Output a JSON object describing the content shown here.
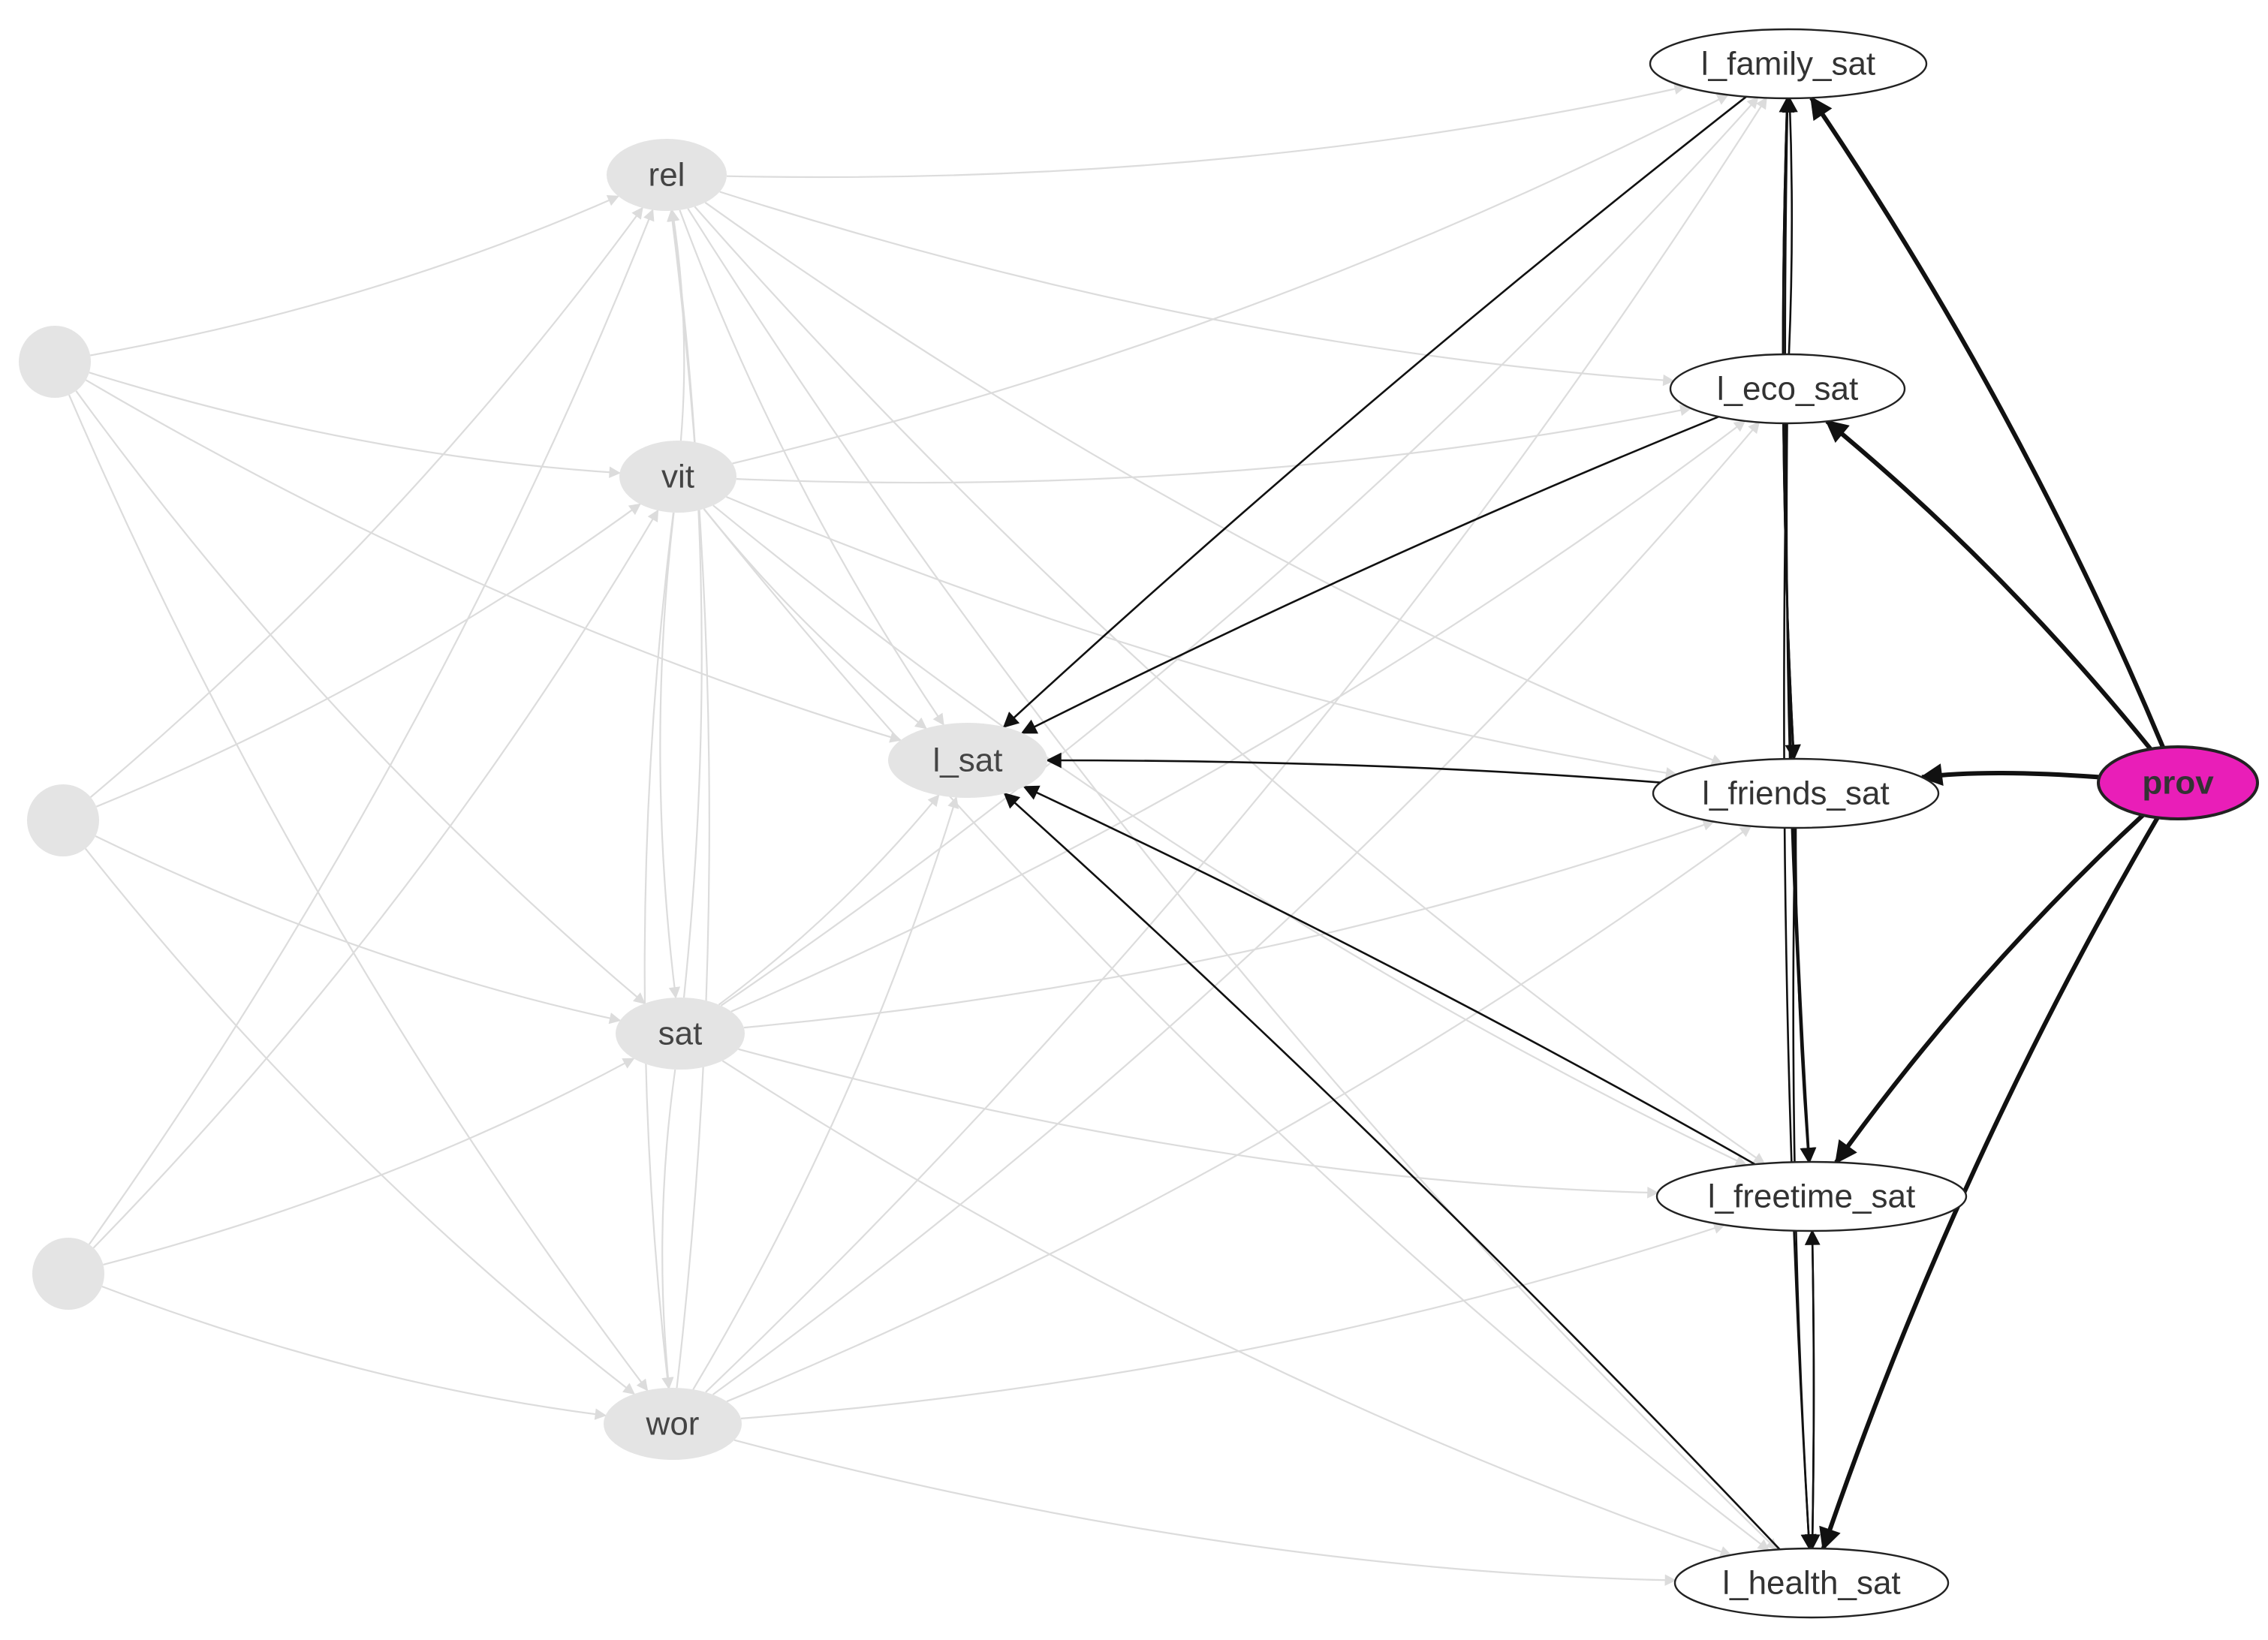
{
  "diagram": {
    "type": "network",
    "colors": {
      "focus": "#e91eb8",
      "focus_stroke": "#222222",
      "active_edge": "#111111",
      "muted_edge": "#dcdcdc",
      "muted_node": "#e4e4e4",
      "muted_text": "#444444",
      "active_text": "#333333",
      "outline_node_stroke": "#222222"
    },
    "nodes": [
      {
        "id": "ext1",
        "label": "",
        "style": "muted",
        "shape": "circle"
      },
      {
        "id": "ext2",
        "label": "",
        "style": "muted",
        "shape": "circle"
      },
      {
        "id": "ext3",
        "label": "",
        "style": "muted",
        "shape": "circle"
      },
      {
        "id": "rel",
        "label": "rel",
        "style": "muted"
      },
      {
        "id": "vit",
        "label": "vit",
        "style": "muted"
      },
      {
        "id": "sat",
        "label": "sat",
        "style": "muted"
      },
      {
        "id": "wor",
        "label": "wor",
        "style": "muted"
      },
      {
        "id": "l_sat",
        "label": "l_sat",
        "style": "muted"
      },
      {
        "id": "l_family_sat",
        "label": "l_family_sat",
        "style": "outline"
      },
      {
        "id": "l_eco_sat",
        "label": "l_eco_sat",
        "style": "outline"
      },
      {
        "id": "l_friends_sat",
        "label": "l_friends_sat",
        "style": "outline"
      },
      {
        "id": "l_freetime_sat",
        "label": "l_freetime_sat",
        "style": "outline"
      },
      {
        "id": "l_health_sat",
        "label": "l_health_sat",
        "style": "outline"
      },
      {
        "id": "prov",
        "label": "prov",
        "style": "focus"
      }
    ],
    "edges": [
      {
        "from": "prov",
        "to": "l_family_sat",
        "style": "thick"
      },
      {
        "from": "prov",
        "to": "l_eco_sat",
        "style": "thick"
      },
      {
        "from": "prov",
        "to": "l_friends_sat",
        "style": "thick"
      },
      {
        "from": "prov",
        "to": "l_freetime_sat",
        "style": "thick"
      },
      {
        "from": "prov",
        "to": "l_health_sat",
        "style": "thick"
      },
      {
        "from": "l_family_sat",
        "to": "l_sat",
        "style": "active"
      },
      {
        "from": "l_eco_sat",
        "to": "l_sat",
        "style": "active"
      },
      {
        "from": "l_friends_sat",
        "to": "l_sat",
        "style": "active"
      },
      {
        "from": "l_freetime_sat",
        "to": "l_sat",
        "style": "active"
      },
      {
        "from": "l_health_sat",
        "to": "l_sat",
        "style": "active"
      },
      {
        "from": "l_eco_sat",
        "to": "l_family_sat",
        "style": "active"
      },
      {
        "from": "l_friends_sat",
        "to": "l_family_sat",
        "style": "active"
      },
      {
        "from": "l_eco_sat",
        "to": "l_friends_sat",
        "style": "active"
      },
      {
        "from": "l_family_sat",
        "to": "l_friends_sat",
        "style": "active"
      },
      {
        "from": "l_eco_sat",
        "to": "l_freetime_sat",
        "style": "active"
      },
      {
        "from": "l_friends_sat",
        "to": "l_freetime_sat",
        "style": "active"
      },
      {
        "from": "l_family_sat",
        "to": "l_freetime_sat",
        "style": "active"
      },
      {
        "from": "l_friends_sat",
        "to": "l_health_sat",
        "style": "active"
      },
      {
        "from": "l_freetime_sat",
        "to": "l_health_sat",
        "style": "active"
      },
      {
        "from": "l_health_sat",
        "to": "l_freetime_sat",
        "style": "active"
      },
      {
        "from": "l_eco_sat",
        "to": "l_health_sat",
        "style": "active"
      },
      {
        "from": "ext1",
        "to": "rel",
        "style": "muted"
      },
      {
        "from": "ext1",
        "to": "vit",
        "style": "muted"
      },
      {
        "from": "ext1",
        "to": "sat",
        "style": "muted"
      },
      {
        "from": "ext1",
        "to": "wor",
        "style": "muted"
      },
      {
        "from": "ext1",
        "to": "l_sat",
        "style": "muted"
      },
      {
        "from": "ext2",
        "to": "rel",
        "style": "muted"
      },
      {
        "from": "ext2",
        "to": "vit",
        "style": "muted"
      },
      {
        "from": "ext2",
        "to": "sat",
        "style": "muted"
      },
      {
        "from": "ext2",
        "to": "wor",
        "style": "muted"
      },
      {
        "from": "ext3",
        "to": "rel",
        "style": "muted"
      },
      {
        "from": "ext3",
        "to": "vit",
        "style": "muted"
      },
      {
        "from": "ext3",
        "to": "sat",
        "style": "muted"
      },
      {
        "from": "ext3",
        "to": "wor",
        "style": "muted"
      },
      {
        "from": "rel",
        "to": "l_family_sat",
        "style": "muted"
      },
      {
        "from": "rel",
        "to": "l_eco_sat",
        "style": "muted"
      },
      {
        "from": "rel",
        "to": "l_friends_sat",
        "style": "muted"
      },
      {
        "from": "rel",
        "to": "l_freetime_sat",
        "style": "muted"
      },
      {
        "from": "rel",
        "to": "l_health_sat",
        "style": "muted"
      },
      {
        "from": "rel",
        "to": "l_sat",
        "style": "muted"
      },
      {
        "from": "vit",
        "to": "l_family_sat",
        "style": "muted"
      },
      {
        "from": "vit",
        "to": "l_eco_sat",
        "style": "muted"
      },
      {
        "from": "vit",
        "to": "l_friends_sat",
        "style": "muted"
      },
      {
        "from": "vit",
        "to": "l_freetime_sat",
        "style": "muted"
      },
      {
        "from": "vit",
        "to": "l_health_sat",
        "style": "muted"
      },
      {
        "from": "vit",
        "to": "l_sat",
        "style": "muted"
      },
      {
        "from": "sat",
        "to": "l_family_sat",
        "style": "muted"
      },
      {
        "from": "sat",
        "to": "l_eco_sat",
        "style": "muted"
      },
      {
        "from": "sat",
        "to": "l_friends_sat",
        "style": "muted"
      },
      {
        "from": "sat",
        "to": "l_freetime_sat",
        "style": "muted"
      },
      {
        "from": "sat",
        "to": "l_health_sat",
        "style": "muted"
      },
      {
        "from": "sat",
        "to": "l_sat",
        "style": "muted"
      },
      {
        "from": "wor",
        "to": "l_family_sat",
        "style": "muted"
      },
      {
        "from": "wor",
        "to": "l_eco_sat",
        "style": "muted"
      },
      {
        "from": "wor",
        "to": "l_friends_sat",
        "style": "muted"
      },
      {
        "from": "wor",
        "to": "l_freetime_sat",
        "style": "muted"
      },
      {
        "from": "wor",
        "to": "l_health_sat",
        "style": "muted"
      },
      {
        "from": "wor",
        "to": "l_sat",
        "style": "muted"
      },
      {
        "from": "vit",
        "to": "rel",
        "style": "muted"
      },
      {
        "from": "sat",
        "to": "rel",
        "style": "muted"
      },
      {
        "from": "wor",
        "to": "rel",
        "style": "muted"
      },
      {
        "from": "vit",
        "to": "sat",
        "style": "muted"
      },
      {
        "from": "vit",
        "to": "wor",
        "style": "muted"
      },
      {
        "from": "sat",
        "to": "wor",
        "style": "muted"
      }
    ]
  }
}
